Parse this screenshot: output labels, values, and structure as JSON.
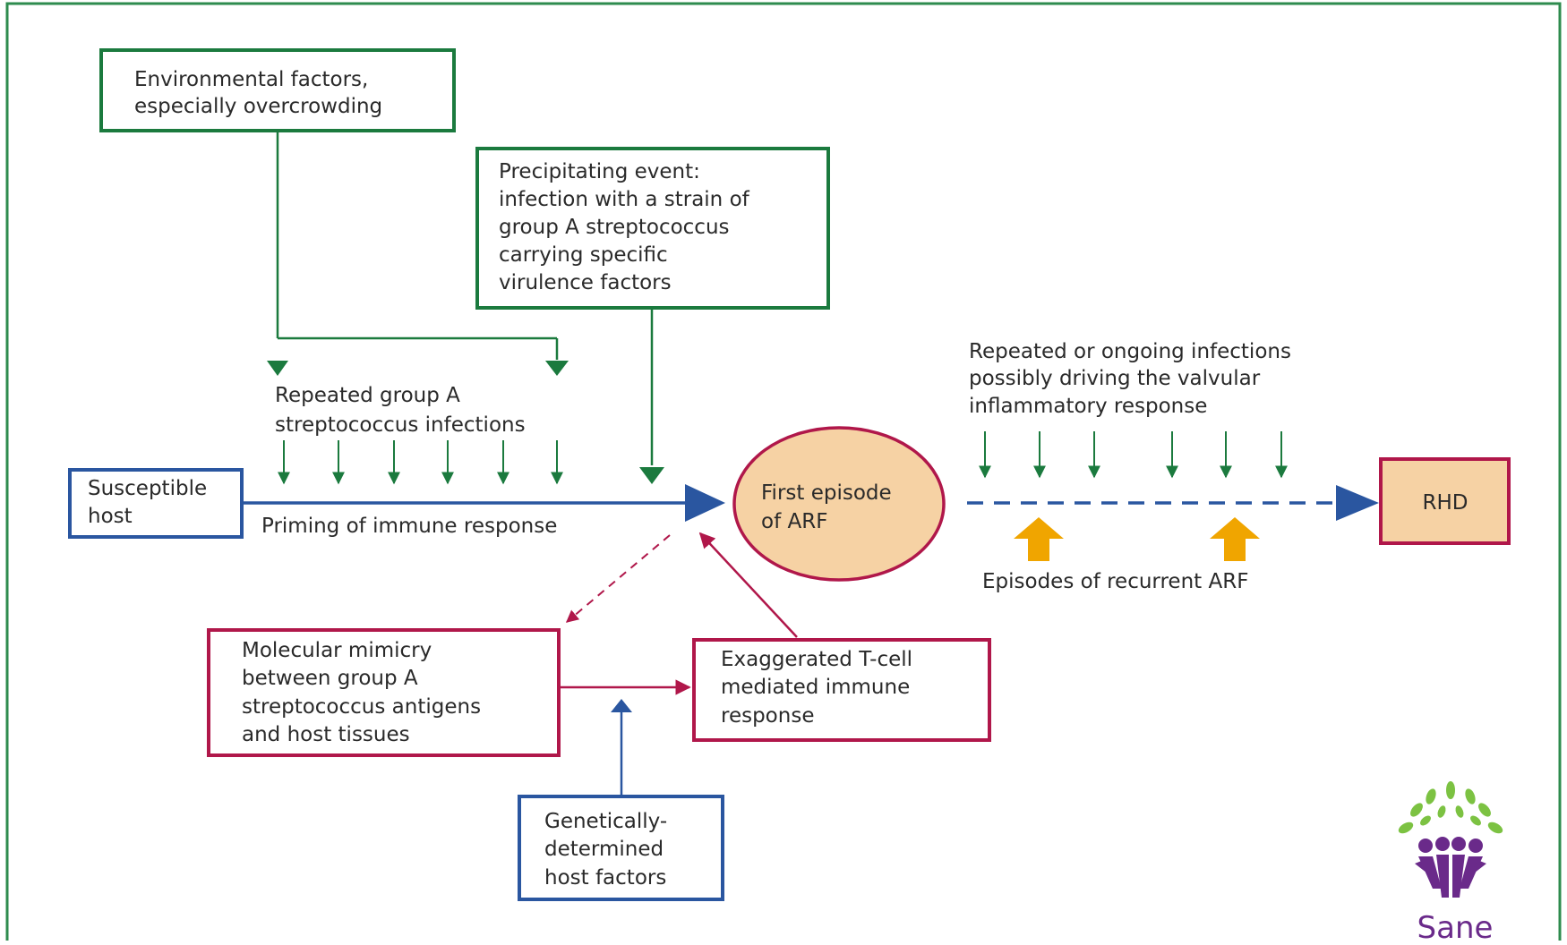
{
  "colors": {
    "green": "#1b7a3e",
    "blue": "#2a56a0",
    "red": "#b0174a",
    "orange_fill": "#f6d2a4",
    "gold": "#f0a500",
    "frame_green": "#2e8b4e",
    "logo_purple": "#6a2a8a",
    "logo_green": "#7cc242"
  },
  "boxes": {
    "environmental": [
      "Environmental factors,",
      "especially overcrowding"
    ],
    "precipitating": [
      "Precipitating event:",
      "infection with a strain of",
      "group A streptococcus",
      "carrying specific",
      "virulence factors"
    ],
    "susceptible": [
      "Susceptible",
      "host"
    ],
    "first_episode": [
      "First episode",
      "of ARF"
    ],
    "rhd": "RHD",
    "mimicry": [
      "Molecular mimicry",
      "between group A",
      "streptococcus antigens",
      "and host tissues"
    ],
    "tcell": [
      "Exaggerated T-cell",
      "mediated immune",
      "response"
    ],
    "genetic": [
      "Genetically-",
      "determined",
      "host factors"
    ]
  },
  "labels": {
    "repeated_infections": [
      "Repeated group A",
      "streptococcus infections"
    ],
    "priming": "Priming of immune response",
    "ongoing_infections": [
      "Repeated or ongoing infections",
      "possibly driving the valvular",
      "inflammatory response"
    ],
    "recurrent": "Episodes of recurrent ARF"
  },
  "logo": {
    "text": "Sane",
    "icon": "tree-people-logo-icon"
  }
}
